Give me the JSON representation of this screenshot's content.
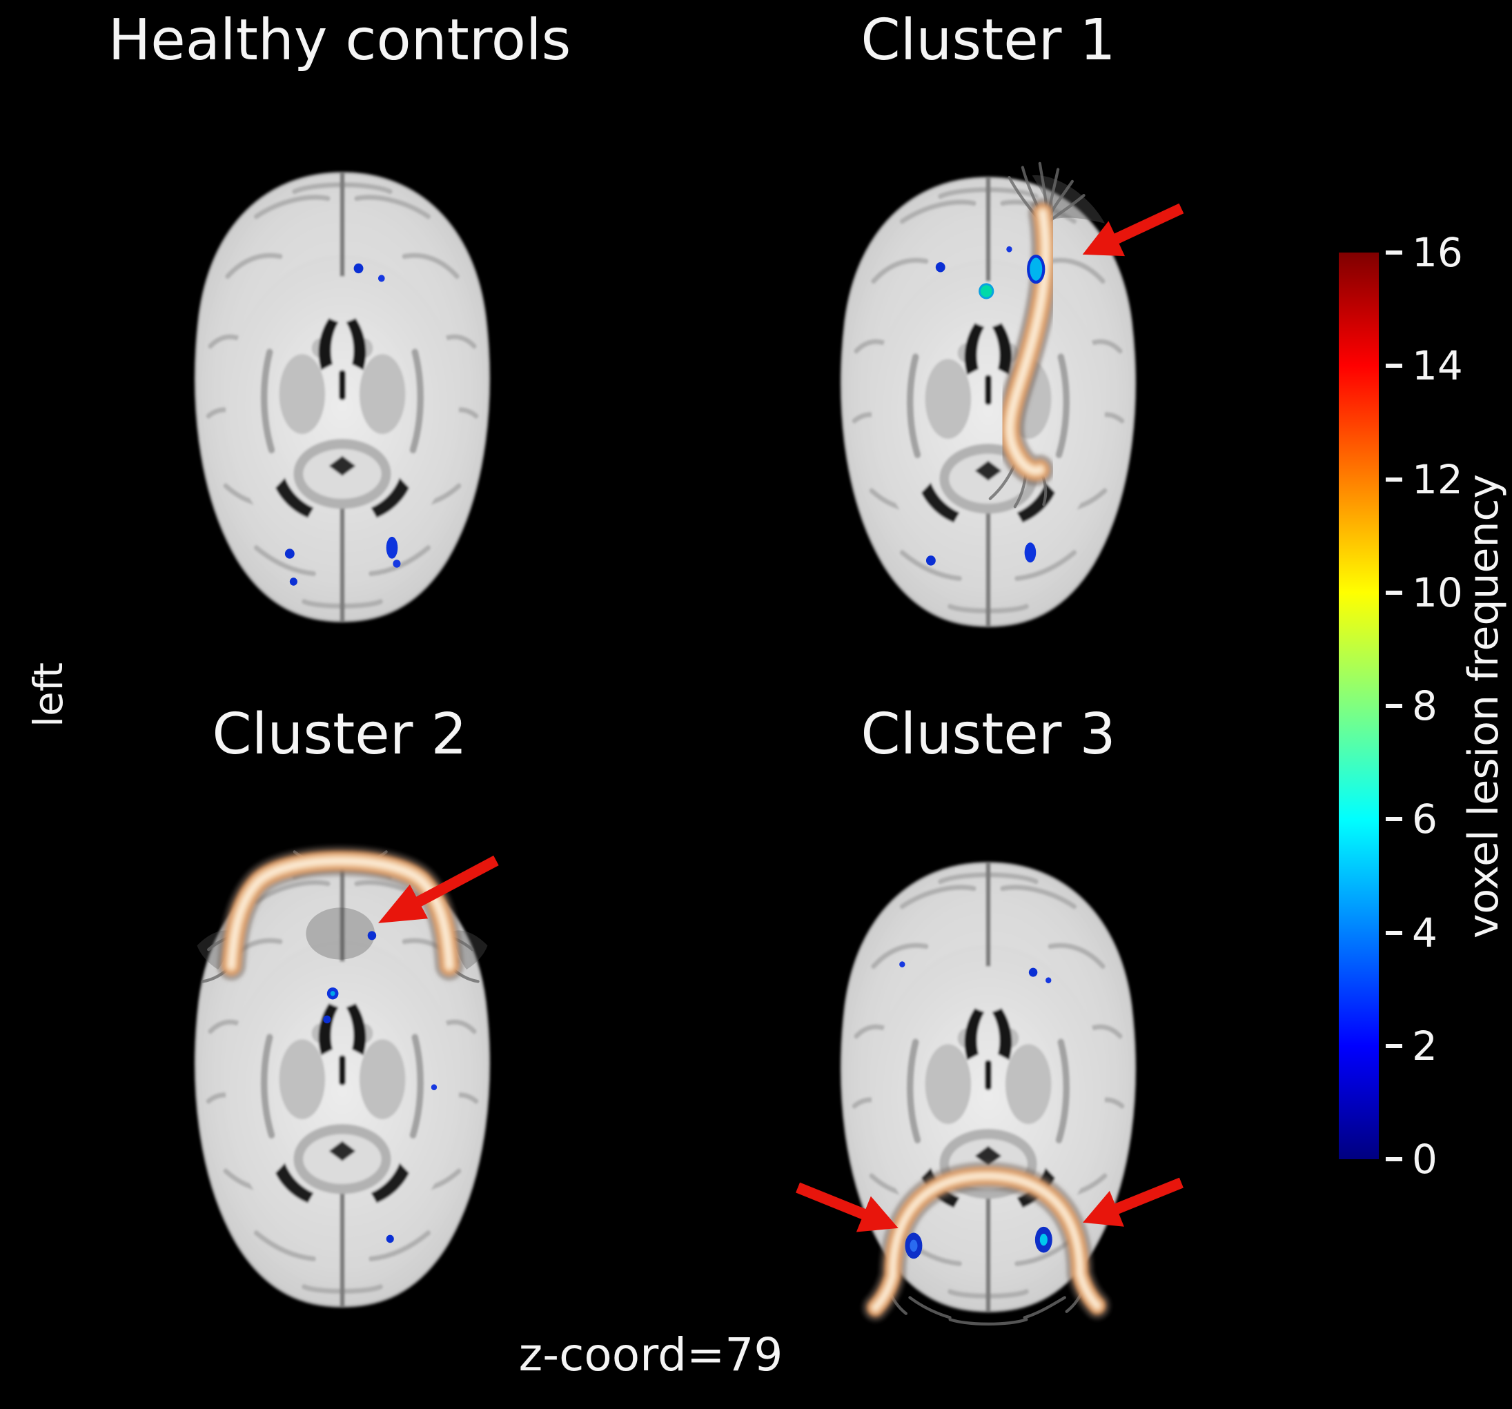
{
  "figure": {
    "background_color": "#000000",
    "bottom_label": "z-coord=79",
    "orientation_label": "left"
  },
  "panels": [
    {
      "id": "healthy-controls",
      "title": "Healthy controls"
    },
    {
      "id": "cluster-1",
      "title": "Cluster 1"
    },
    {
      "id": "cluster-2",
      "title": "Cluster 2"
    },
    {
      "id": "cluster-3",
      "title": "Cluster 3"
    }
  ],
  "colorbar": {
    "label": "voxel lesion frequency",
    "min": 0,
    "max": 16,
    "ticks": [
      "16",
      "14",
      "12",
      "10",
      "8",
      "6",
      "4",
      "2",
      "0"
    ],
    "gradient_colors_top_to_bottom": [
      "#800000",
      "#ff0000",
      "#ffff00",
      "#00ffff",
      "#0000ff",
      "#000080"
    ]
  },
  "annotations": {
    "arrow_color": "#e8150c",
    "tract_core_color": "#f3cda4",
    "lesion_low_color": "#0a2fd4",
    "lesion_mid_color": "#00b4f0"
  }
}
